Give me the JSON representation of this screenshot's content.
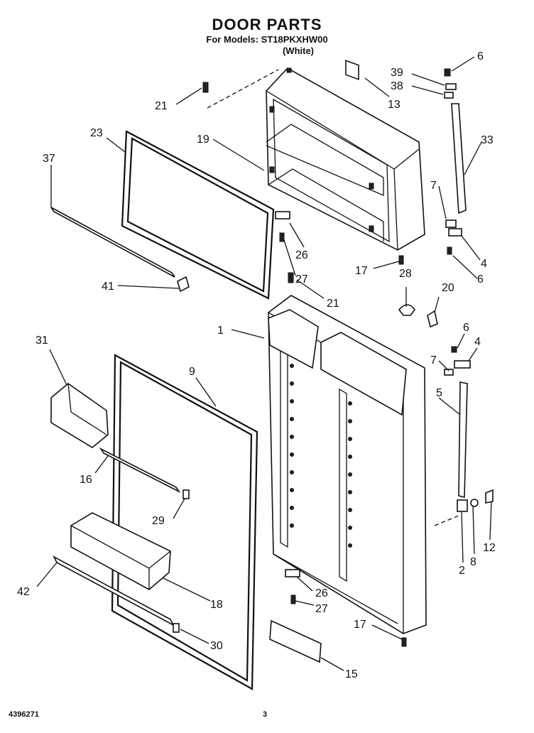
{
  "header": {
    "title": "DOOR PARTS",
    "model_line": "For Models: ST18PKXHW00",
    "color_line": "(White)"
  },
  "footer": {
    "doc_number": "4396271",
    "page_number": "3"
  },
  "callouts": [
    {
      "id": "c6a",
      "text": "6"
    },
    {
      "id": "c39",
      "text": "39"
    },
    {
      "id": "c38",
      "text": "38"
    },
    {
      "id": "c13",
      "text": "13"
    },
    {
      "id": "c21a",
      "text": "21"
    },
    {
      "id": "c23",
      "text": "23"
    },
    {
      "id": "c19",
      "text": "19"
    },
    {
      "id": "c33",
      "text": "33"
    },
    {
      "id": "c37",
      "text": "37"
    },
    {
      "id": "c7a",
      "text": "7"
    },
    {
      "id": "c26a",
      "text": "26"
    },
    {
      "id": "c4a",
      "text": "4"
    },
    {
      "id": "c6b",
      "text": "6"
    },
    {
      "id": "c27a",
      "text": "27"
    },
    {
      "id": "c17a",
      "text": "17"
    },
    {
      "id": "c41",
      "text": "41"
    },
    {
      "id": "c28",
      "text": "28"
    },
    {
      "id": "c21b",
      "text": "21"
    },
    {
      "id": "c20",
      "text": "20"
    },
    {
      "id": "c1",
      "text": "1"
    },
    {
      "id": "c31",
      "text": "31"
    },
    {
      "id": "c9",
      "text": "9"
    },
    {
      "id": "c6c",
      "text": "6"
    },
    {
      "id": "c4b",
      "text": "4"
    },
    {
      "id": "c7b",
      "text": "7"
    },
    {
      "id": "c5",
      "text": "5"
    },
    {
      "id": "c16",
      "text": "16"
    },
    {
      "id": "c29",
      "text": "29"
    },
    {
      "id": "c12",
      "text": "12"
    },
    {
      "id": "c8",
      "text": "8"
    },
    {
      "id": "c2",
      "text": "2"
    },
    {
      "id": "c42",
      "text": "42"
    },
    {
      "id": "c18",
      "text": "18"
    },
    {
      "id": "c26b",
      "text": "26"
    },
    {
      "id": "c27b",
      "text": "27"
    },
    {
      "id": "c17b",
      "text": "17"
    },
    {
      "id": "c30",
      "text": "30"
    },
    {
      "id": "c15",
      "text": "15"
    }
  ]
}
